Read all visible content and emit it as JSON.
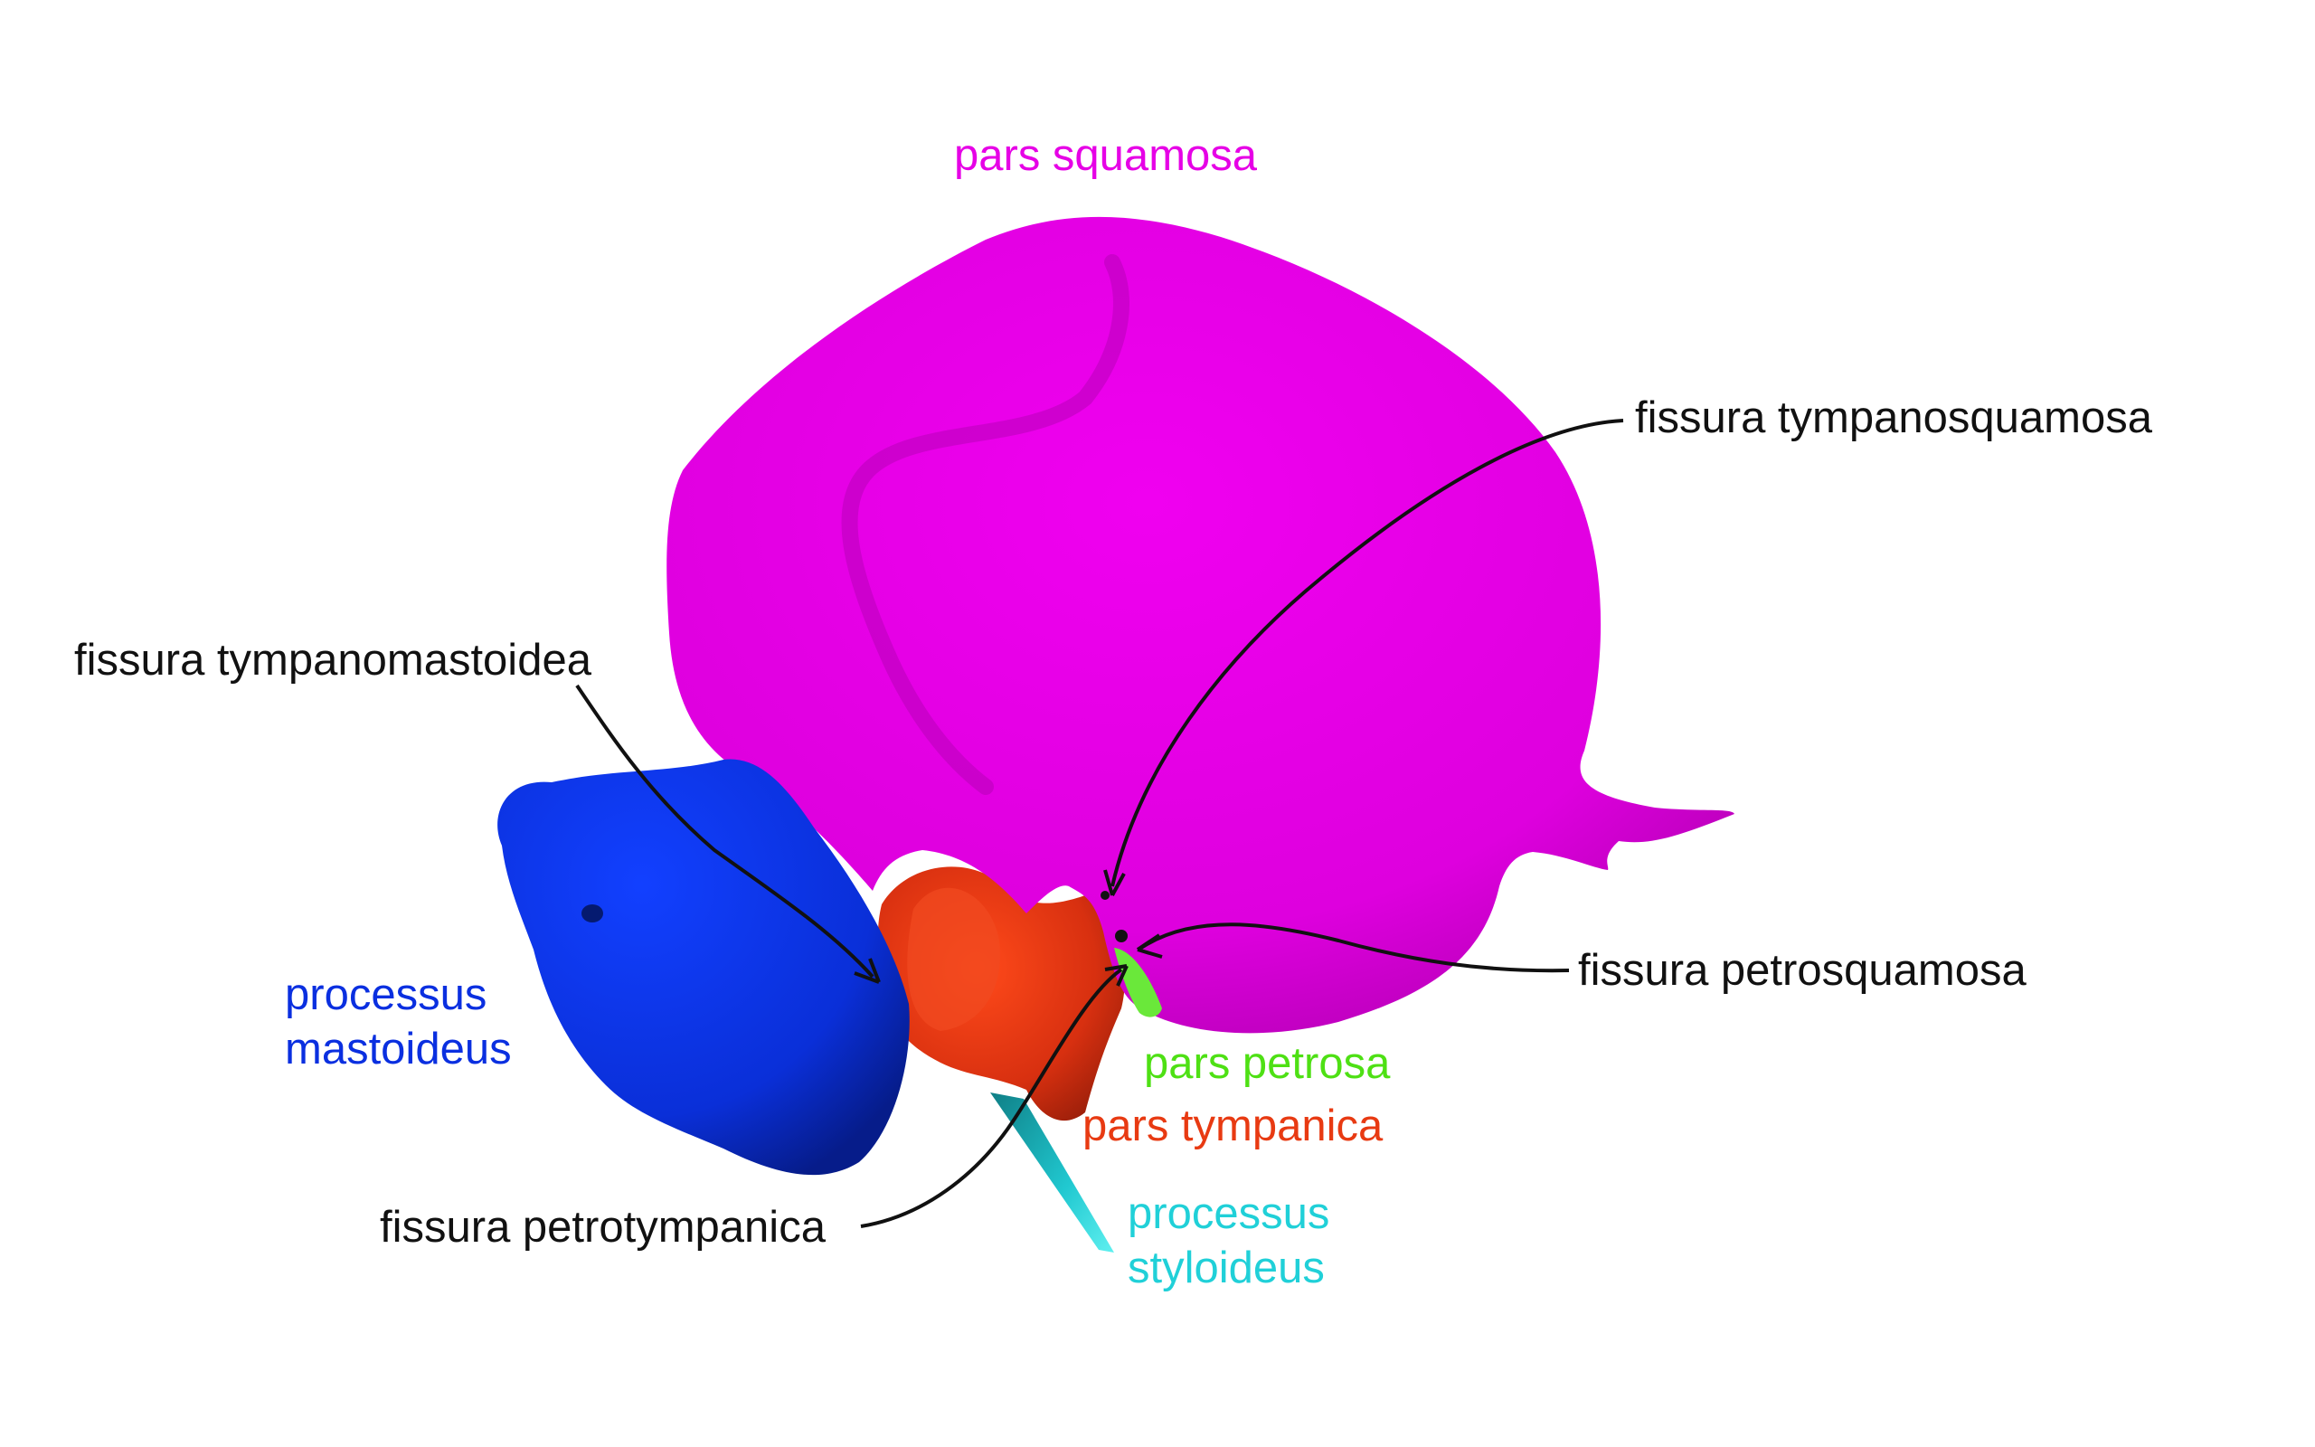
{
  "labels": {
    "pars_squamosa": "pars squamosa",
    "fissura_tympanosquamosa": "fissura tympanosquamosa",
    "fissura_tympanomastoidea": "fissura tympanomastoidea",
    "processus_mastoideus_line1": "processus",
    "processus_mastoideus_line2": "mastoideus",
    "fissura_petrosquamosa": "fissura petrosquamosa",
    "pars_petrosa": "pars petrosa",
    "pars_tympanica": "pars tympanica",
    "fissura_petrotympanica": "fissura petrotympanica",
    "processus_styloideus_line1": "processus",
    "processus_styloideus_line2": "styloideus"
  },
  "colors": {
    "squamosa": "#e600e6",
    "mastoideus": "#0a2fe0",
    "tympanica": "#e83a12",
    "petrosa": "#4ee014",
    "styloideus": "#20d0d8",
    "fissure_label": "#111111"
  }
}
